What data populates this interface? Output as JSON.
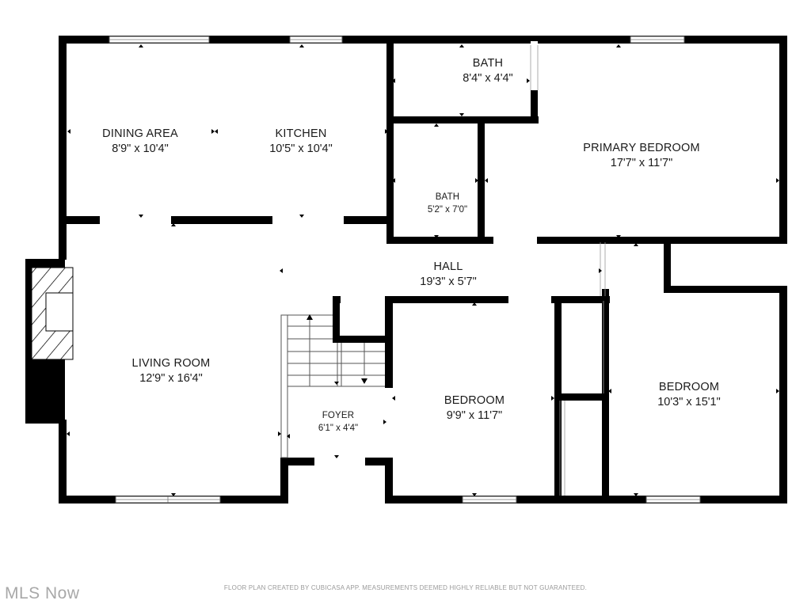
{
  "rooms": {
    "dining": {
      "name": "DINING AREA",
      "dims": "8'9\" x 10'4\""
    },
    "kitchen": {
      "name": "KITCHEN",
      "dims": "10'5\" x 10'4\""
    },
    "bath1": {
      "name": "BATH",
      "dims": "8'4\" x 4'4\""
    },
    "bath2": {
      "name": "BATH",
      "dims": "5'2\" x 7'0\""
    },
    "primary": {
      "name": "PRIMARY BEDROOM",
      "dims": "17'7\" x 11'7\""
    },
    "hall": {
      "name": "HALL",
      "dims": "19'3\" x 5'7\""
    },
    "living": {
      "name": "LIVING ROOM",
      "dims": "12'9\" x 16'4\""
    },
    "foyer": {
      "name": "FOYER",
      "dims": "6'1\" x 4'4\""
    },
    "bedroom1": {
      "name": "BEDROOM",
      "dims": "9'9\" x 11'7\""
    },
    "bedroom2": {
      "name": "BEDROOM",
      "dims": "10'3\" x 15'1\""
    }
  },
  "footer": {
    "disclaimer": "FLOOR PLAN CREATED BY CUBICASA APP. MEASUREMENTS DEEMED HIGHLY RELIABLE BUT NOT GUARANTEED."
  },
  "brand": {
    "text": "MLS Now"
  },
  "colors": {
    "wall": "#000000",
    "background": "#ffffff",
    "window": "#ffffff",
    "watermark": "#a8a8a8"
  }
}
